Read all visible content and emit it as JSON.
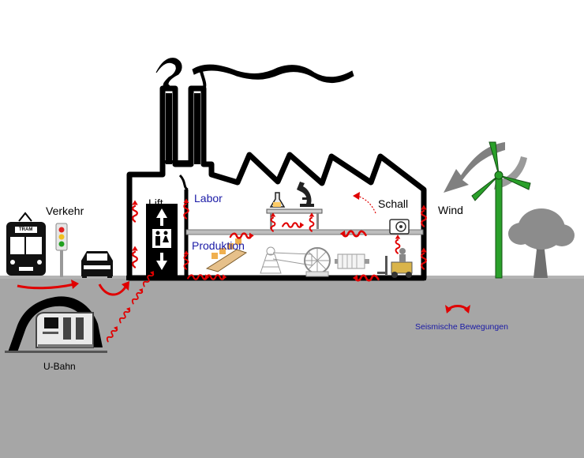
{
  "labels": {
    "verkehr": "Verkehr",
    "tram": "TRAM",
    "ubahn": "U-Bahn",
    "lift": "Lift",
    "labor": "Labor",
    "produktion": "Produktion",
    "schall": "Schall",
    "wind": "Wind",
    "seismic": "Seismische Bewegungen"
  },
  "colors": {
    "ground": "#a6a6a6",
    "ground_top": "#b3b3b3",
    "vibration_arrow": "#e00000",
    "factory_outline": "#000000",
    "turbine_green": "#2aa02a",
    "wind_arrow": "#808080",
    "tree": "#8c8c8c",
    "label_blue": "#1a1aa6"
  },
  "icons": [
    "tram-icon",
    "traffic-light-icon",
    "car-icon",
    "subway-train-icon",
    "elevator-icon",
    "microscope-icon",
    "flask-icon",
    "fan-icon",
    "conveyor-icon",
    "forklift-icon",
    "wind-turbine-icon",
    "tree-icon",
    "smoke-icon"
  ]
}
